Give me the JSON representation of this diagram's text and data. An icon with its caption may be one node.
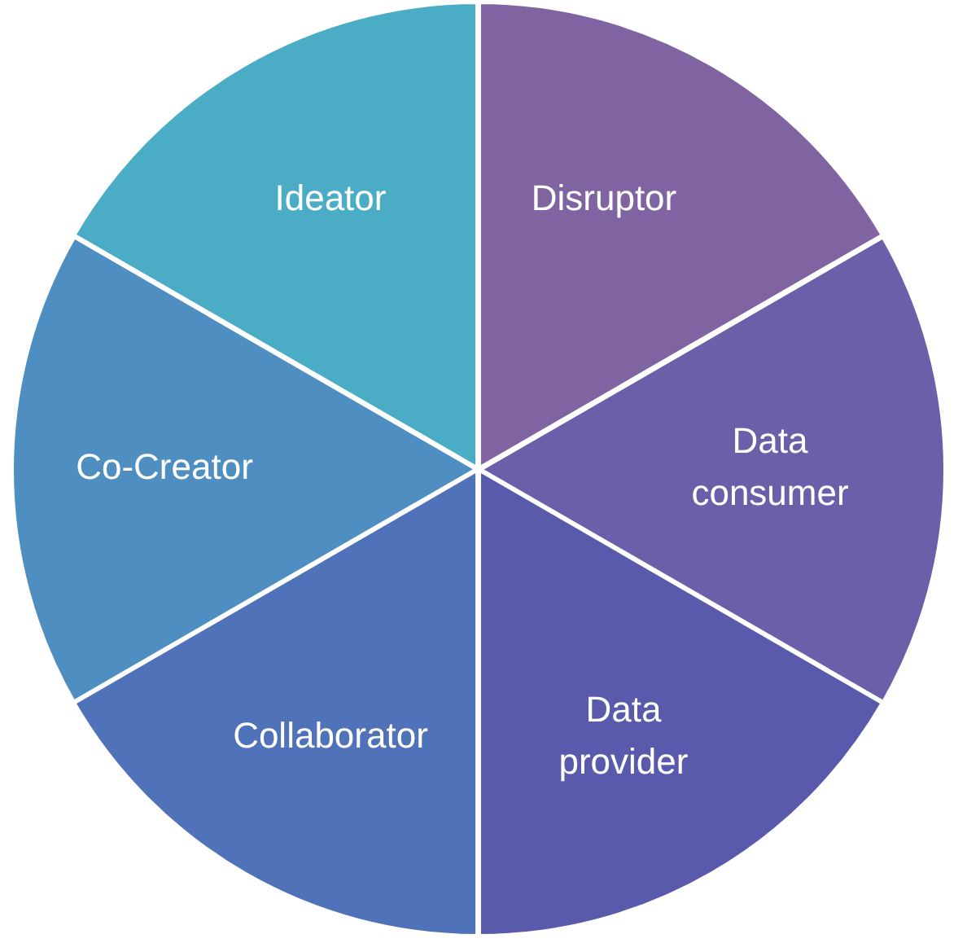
{
  "diagram": {
    "nodes": [
      {
        "text": [
          "Ideator"
        ]
      },
      {
        "text": [
          "Disruptor"
        ]
      },
      {
        "text": [
          "Co-Creator"
        ]
      },
      {
        "text": [
          "Data consumer"
        ]
      },
      {
        "text": [
          "Collaborator"
        ]
      },
      {
        "text": [
          "Data provider"
        ]
      }
    ]
  }
}
